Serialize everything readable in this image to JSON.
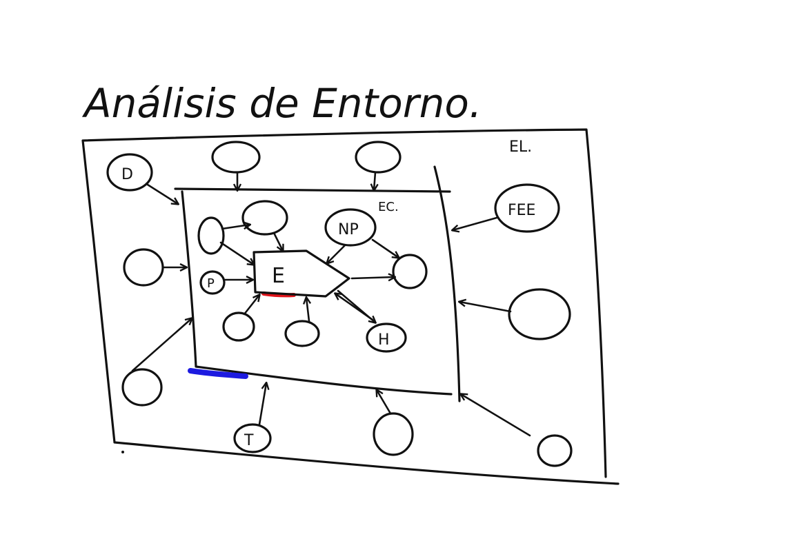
{
  "title": "Análisis de Entorno.",
  "regions": {
    "outer_label": "EL.",
    "inner_label": "EC."
  },
  "nodes": {
    "center": "E",
    "np": "NP",
    "h": "H",
    "p": "P",
    "d": "D",
    "t": "T",
    "fee": "FEE"
  },
  "colors": {
    "ink": "#111111",
    "red_mark": "#e0141b",
    "blue_mark": "#1d1be0",
    "background": "#ffffff"
  }
}
